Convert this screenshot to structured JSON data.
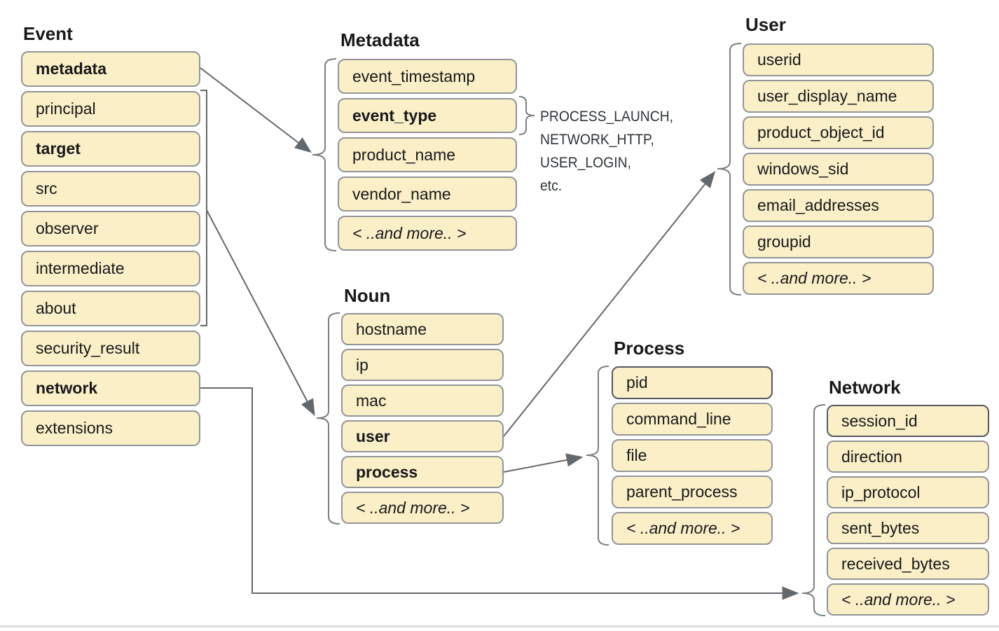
{
  "colors": {
    "box_fill": "#fbefc7",
    "box_border": "#919599",
    "box_border_strong": "#55595e",
    "connector": "#63686d",
    "text": "#17191b"
  },
  "groups": [
    {
      "id": "event",
      "title": "Event",
      "items": [
        {
          "label": "metadata",
          "bold": true
        },
        {
          "label": "principal"
        },
        {
          "label": "target",
          "bold": true
        },
        {
          "label": "src"
        },
        {
          "label": "observer"
        },
        {
          "label": "intermediate"
        },
        {
          "label": "about"
        },
        {
          "label": "security_result"
        },
        {
          "label": "network",
          "bold": true
        },
        {
          "label": "extensions"
        }
      ]
    },
    {
      "id": "metadata",
      "title": "Metadata",
      "items": [
        {
          "label": "event_timestamp"
        },
        {
          "label": "event_type",
          "bold": true
        },
        {
          "label": "product_name"
        },
        {
          "label": "vendor_name"
        },
        {
          "label": "< ..and more.. >",
          "italic": true
        }
      ]
    },
    {
      "id": "user",
      "title": "User",
      "items": [
        {
          "label": "userid"
        },
        {
          "label": "user_display_name"
        },
        {
          "label": "product_object_id"
        },
        {
          "label": "windows_sid"
        },
        {
          "label": "email_addresses"
        },
        {
          "label": "groupid"
        },
        {
          "label": "< ..and more.. >",
          "italic": true
        }
      ]
    },
    {
      "id": "noun",
      "title": "Noun",
      "items": [
        {
          "label": "hostname"
        },
        {
          "label": "ip"
        },
        {
          "label": "mac"
        },
        {
          "label": "user",
          "bold": true
        },
        {
          "label": "process",
          "bold": true
        },
        {
          "label": "< ..and more.. >",
          "italic": true
        }
      ]
    },
    {
      "id": "process",
      "title": "Process",
      "items": [
        {
          "label": "pid",
          "strong_border": true
        },
        {
          "label": "command_line"
        },
        {
          "label": "file"
        },
        {
          "label": "parent_process"
        },
        {
          "label": "< ..and more.. >",
          "italic": true
        }
      ]
    },
    {
      "id": "network",
      "title": "Network",
      "items": [
        {
          "label": "session_id",
          "strong_border": true
        },
        {
          "label": "direction"
        },
        {
          "label": "ip_protocol"
        },
        {
          "label": "sent_bytes"
        },
        {
          "label": "received_bytes"
        },
        {
          "label": "< ..and more.. >",
          "italic": true
        }
      ]
    }
  ],
  "annotation": {
    "lines": [
      "PROCESS_LAUNCH,",
      "NETWORK_HTTP,",
      "USER_LOGIN,",
      "etc."
    ]
  },
  "edges": [
    {
      "from": "Event.metadata",
      "to": "Metadata",
      "type": "arrow"
    },
    {
      "from": "Event.principal-about",
      "to": "Noun",
      "type": "bracket-arrow"
    },
    {
      "from": "Noun.user",
      "to": "User",
      "type": "arrow"
    },
    {
      "from": "Noun.process",
      "to": "Process",
      "type": "arrow"
    },
    {
      "from": "Event.network",
      "to": "Network",
      "type": "elbow-arrow"
    },
    {
      "from": "Metadata.event_type",
      "to": "event_type-examples",
      "type": "brace"
    }
  ]
}
